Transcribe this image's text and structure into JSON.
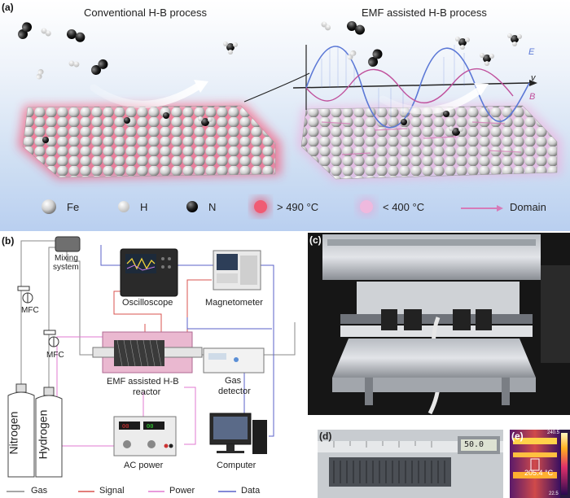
{
  "panel_a": {
    "tag": "(a)",
    "title_left": "Conventional H-B process",
    "title_right": "EMF assisted H-B process",
    "wave_labels": {
      "e": "E",
      "v": "v",
      "b": "B"
    },
    "legend": {
      "fe": "Fe",
      "h": "H",
      "n": "N",
      "hot": "> 490 °C",
      "cool": "< 400 °C",
      "domain": "Domain"
    },
    "colors": {
      "hot": "#e8506a",
      "cool": "#e6a6d6",
      "domain": "#d67bb8",
      "e_wave": "#5b78d6",
      "b_wave": "#c0509c"
    }
  },
  "panel_b": {
    "tag": "(b)",
    "mixing": [
      "Mixing",
      "system"
    ],
    "mfc1": "MFC",
    "mfc2": "MFC",
    "oscilloscope": "Oscilloscope",
    "magnetometer": "Magnetometer",
    "reactor": [
      "EMF assisted H-B",
      "reactor"
    ],
    "gas_detector": [
      "Gas",
      "detector"
    ],
    "ac_power": "AC power",
    "computer": "Computer",
    "cylinder_1": "Nitrogen",
    "cylinder_2": "Hydrogen",
    "legend": {
      "gas": "Gas",
      "signal": "Signal",
      "power": "Power",
      "data": "Data"
    },
    "line_colors": {
      "gas": "#8a8a8a",
      "signal": "#d9534f",
      "power": "#e07ad0",
      "data": "#5a62c8"
    }
  },
  "photos": {
    "c_tag": "(c)",
    "d_tag": "(d)",
    "e_tag": "(e)",
    "gauge_reading": "50.0",
    "thermal_reading": "205.4 °C",
    "scale_top": "240.5",
    "scale_bottom": "22.5"
  }
}
